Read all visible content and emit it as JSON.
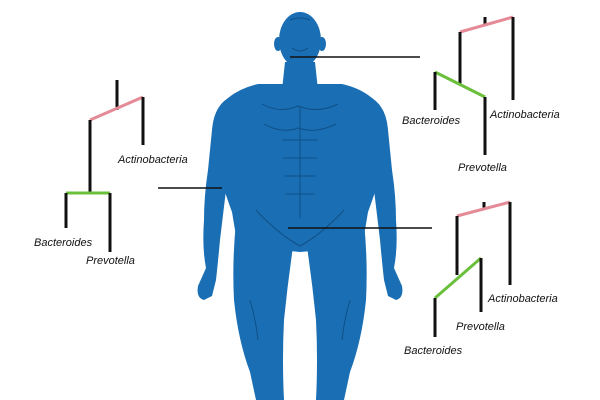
{
  "colors": {
    "body": "#1a6fb4",
    "body_line": "#0f4f86",
    "branch": "#111111",
    "pink_branch": "#e48b97",
    "green_branch": "#6abf3b",
    "connector": "#111111",
    "background": "#ffffff"
  },
  "trees": {
    "face": {
      "labels": {
        "actino": "Actinobacteria",
        "bacteroides": "Bacteroides",
        "prevotella": "Prevotella"
      }
    },
    "arm": {
      "labels": {
        "actino": "Actinobacteria",
        "bacteroides": "Bacteroides",
        "prevotella": "Prevotella"
      }
    },
    "gut": {
      "labels": {
        "actino": "Actinobacteria",
        "prevotella": "Prevotella",
        "bacteroides": "Bacteroides"
      }
    }
  }
}
